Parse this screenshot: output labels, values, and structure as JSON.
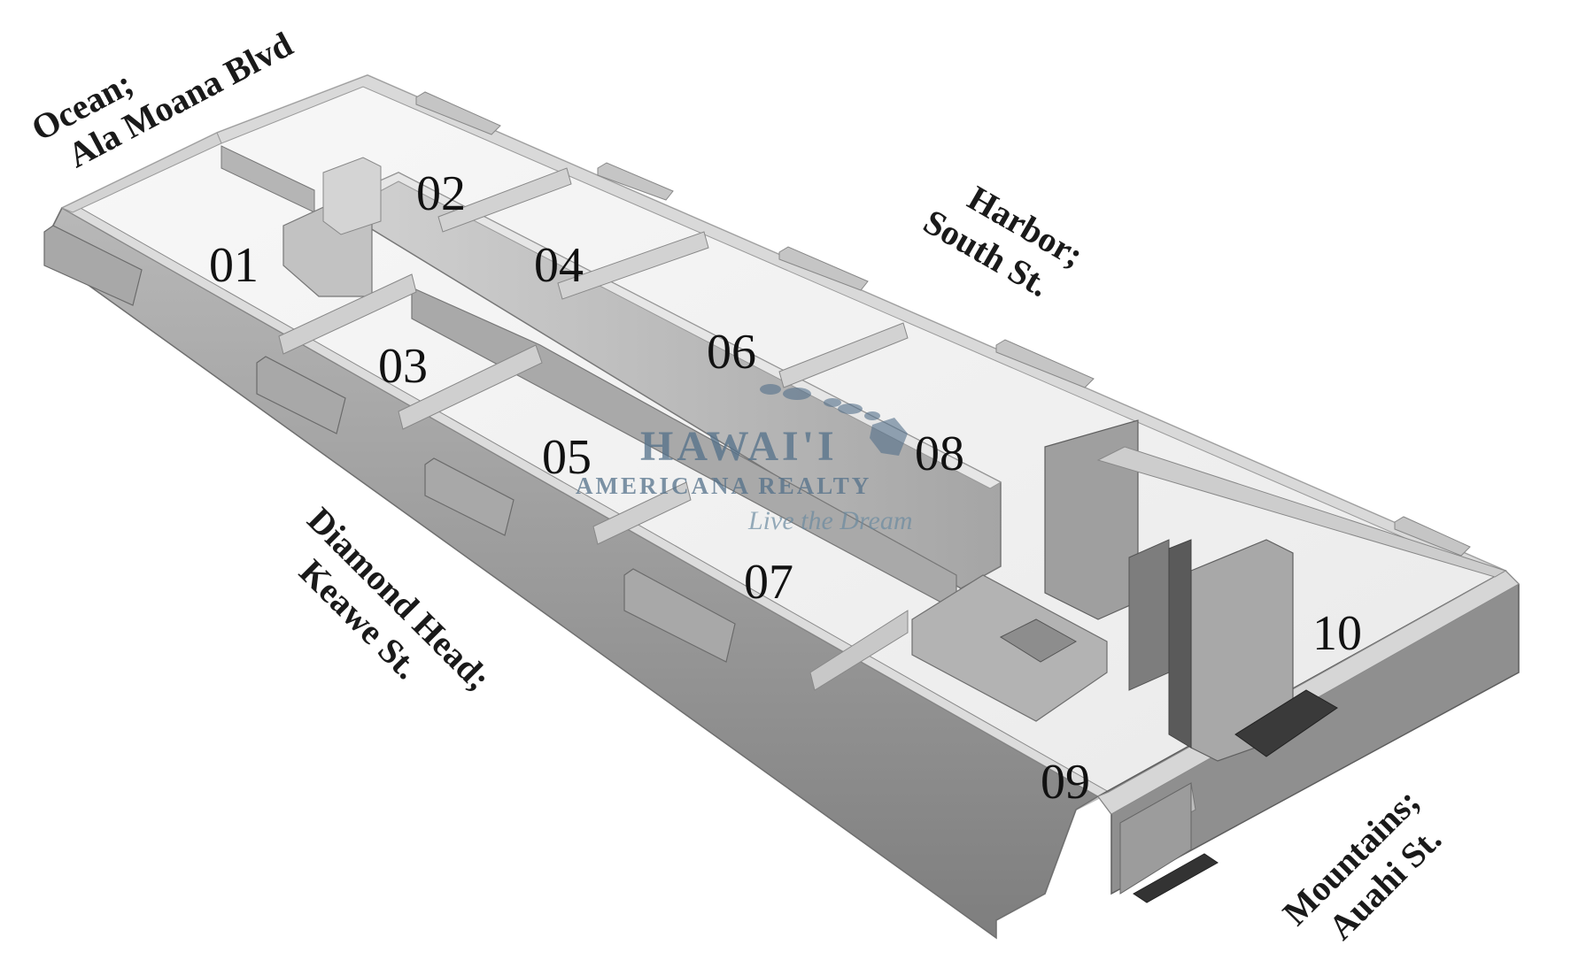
{
  "floor_plan": {
    "units": [
      "01",
      "02",
      "03",
      "04",
      "05",
      "06",
      "07",
      "08",
      "09",
      "10"
    ],
    "directions": {
      "ocean": [
        "Ocean;",
        "Ala Moana Blvd"
      ],
      "harbor": [
        "Harbor;",
        "South St."
      ],
      "diamond_head": [
        "Diamond Head;",
        "Keawe St."
      ],
      "mountains": [
        "Mountains;",
        "Auahi St."
      ]
    }
  },
  "watermark": {
    "name": "HAWAI'I",
    "subtitle": "AMERICANA REALTY",
    "tagline": "Live the Dream",
    "icon": "hawaiian-islands-icon",
    "color": "#53708a"
  },
  "colors": {
    "floor": "#f4f4f4",
    "wall_top": "#e2e2e2",
    "wall_side": "#9c9c9c",
    "wall_dark": "#3a3a3a"
  }
}
